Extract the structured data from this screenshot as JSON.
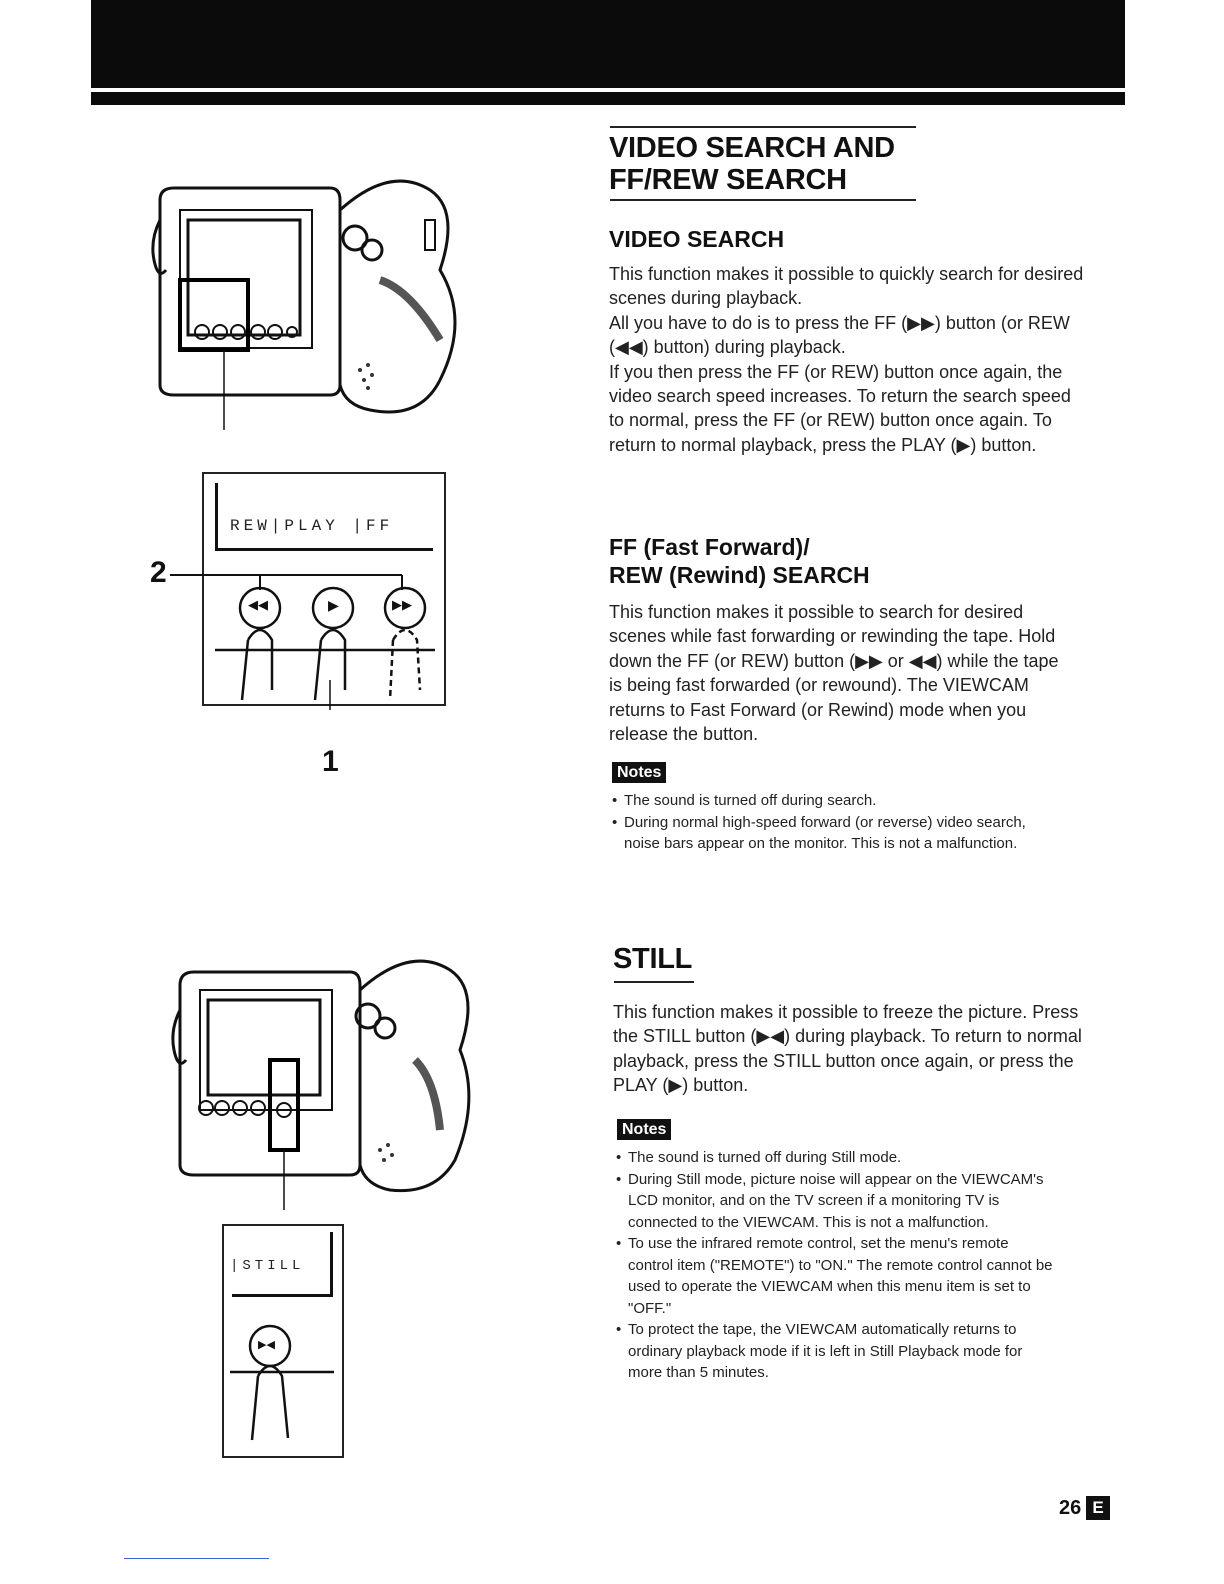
{
  "section_main": {
    "title_line1": "VIDEO SEARCH AND",
    "title_line2": "FF/REW SEARCH"
  },
  "video_search": {
    "heading": "VIDEO SEARCH",
    "paragraph1": "This function makes it possible to quickly search for desired scenes during playback.",
    "paragraph2": "All you have to do is to press the FF (▶▶) button (or REW (◀◀) button) during playback.",
    "paragraph3": "If you then press the FF (or REW) button once again, the video search speed increases. To return the search speed to normal, press the FF (or REW) button once again. To return to normal playback, press the PLAY (▶) button."
  },
  "ff_rew": {
    "heading_line1": "FF (Fast Forward)/",
    "heading_line2": "REW (Rewind) SEARCH",
    "paragraph": "This function makes it possible to search for desired scenes while fast forwarding or rewinding the tape. Hold down the FF (or REW) button (▶▶ or ◀◀) while the tape is being fast forwarded (or rewound). The VIEWCAM returns to Fast Forward (or Rewind) mode when you release the button."
  },
  "notes1": {
    "badge": "Notes",
    "items": [
      "The sound is turned off during search.",
      "During normal high-speed forward (or reverse) video search, noise bars appear on the monitor. This is not a malfunction."
    ]
  },
  "still": {
    "heading": "STILL",
    "paragraph": "This function makes it possible to freeze the picture. Press the STILL button (▶◀) during playback. To return to normal playback, press the STILL button once again, or press the PLAY (▶) button."
  },
  "notes2": {
    "badge": "Notes",
    "items": [
      "The sound is turned off during Still mode.",
      "During Still mode, picture noise will appear on the VIEWCAM's LCD monitor, and on the TV screen if a monitoring TV is connected to the VIEWCAM. This is not a malfunction.",
      "To use the infrared remote control, set the menu's remote control item (\"REMOTE\") to \"ON.\" The remote control cannot be used to operate the VIEWCAM when this menu item is set to \"OFF.\"",
      "To protect the tape, the VIEWCAM automatically returns to ordinary playback mode if it is left in Still Playback mode for more than 5 minutes."
    ]
  },
  "illustration1": {
    "button_labels": "REW|PLAY |FF",
    "callout_2": "2",
    "callout_1": "1",
    "rew_glyph": "◀◀",
    "play_glyph": "▶",
    "ff_glyph": "▶▶"
  },
  "illustration2": {
    "button_label": "|STILL",
    "still_glyph": "▶◀"
  },
  "footer": {
    "page_number": "26",
    "language": "E"
  }
}
